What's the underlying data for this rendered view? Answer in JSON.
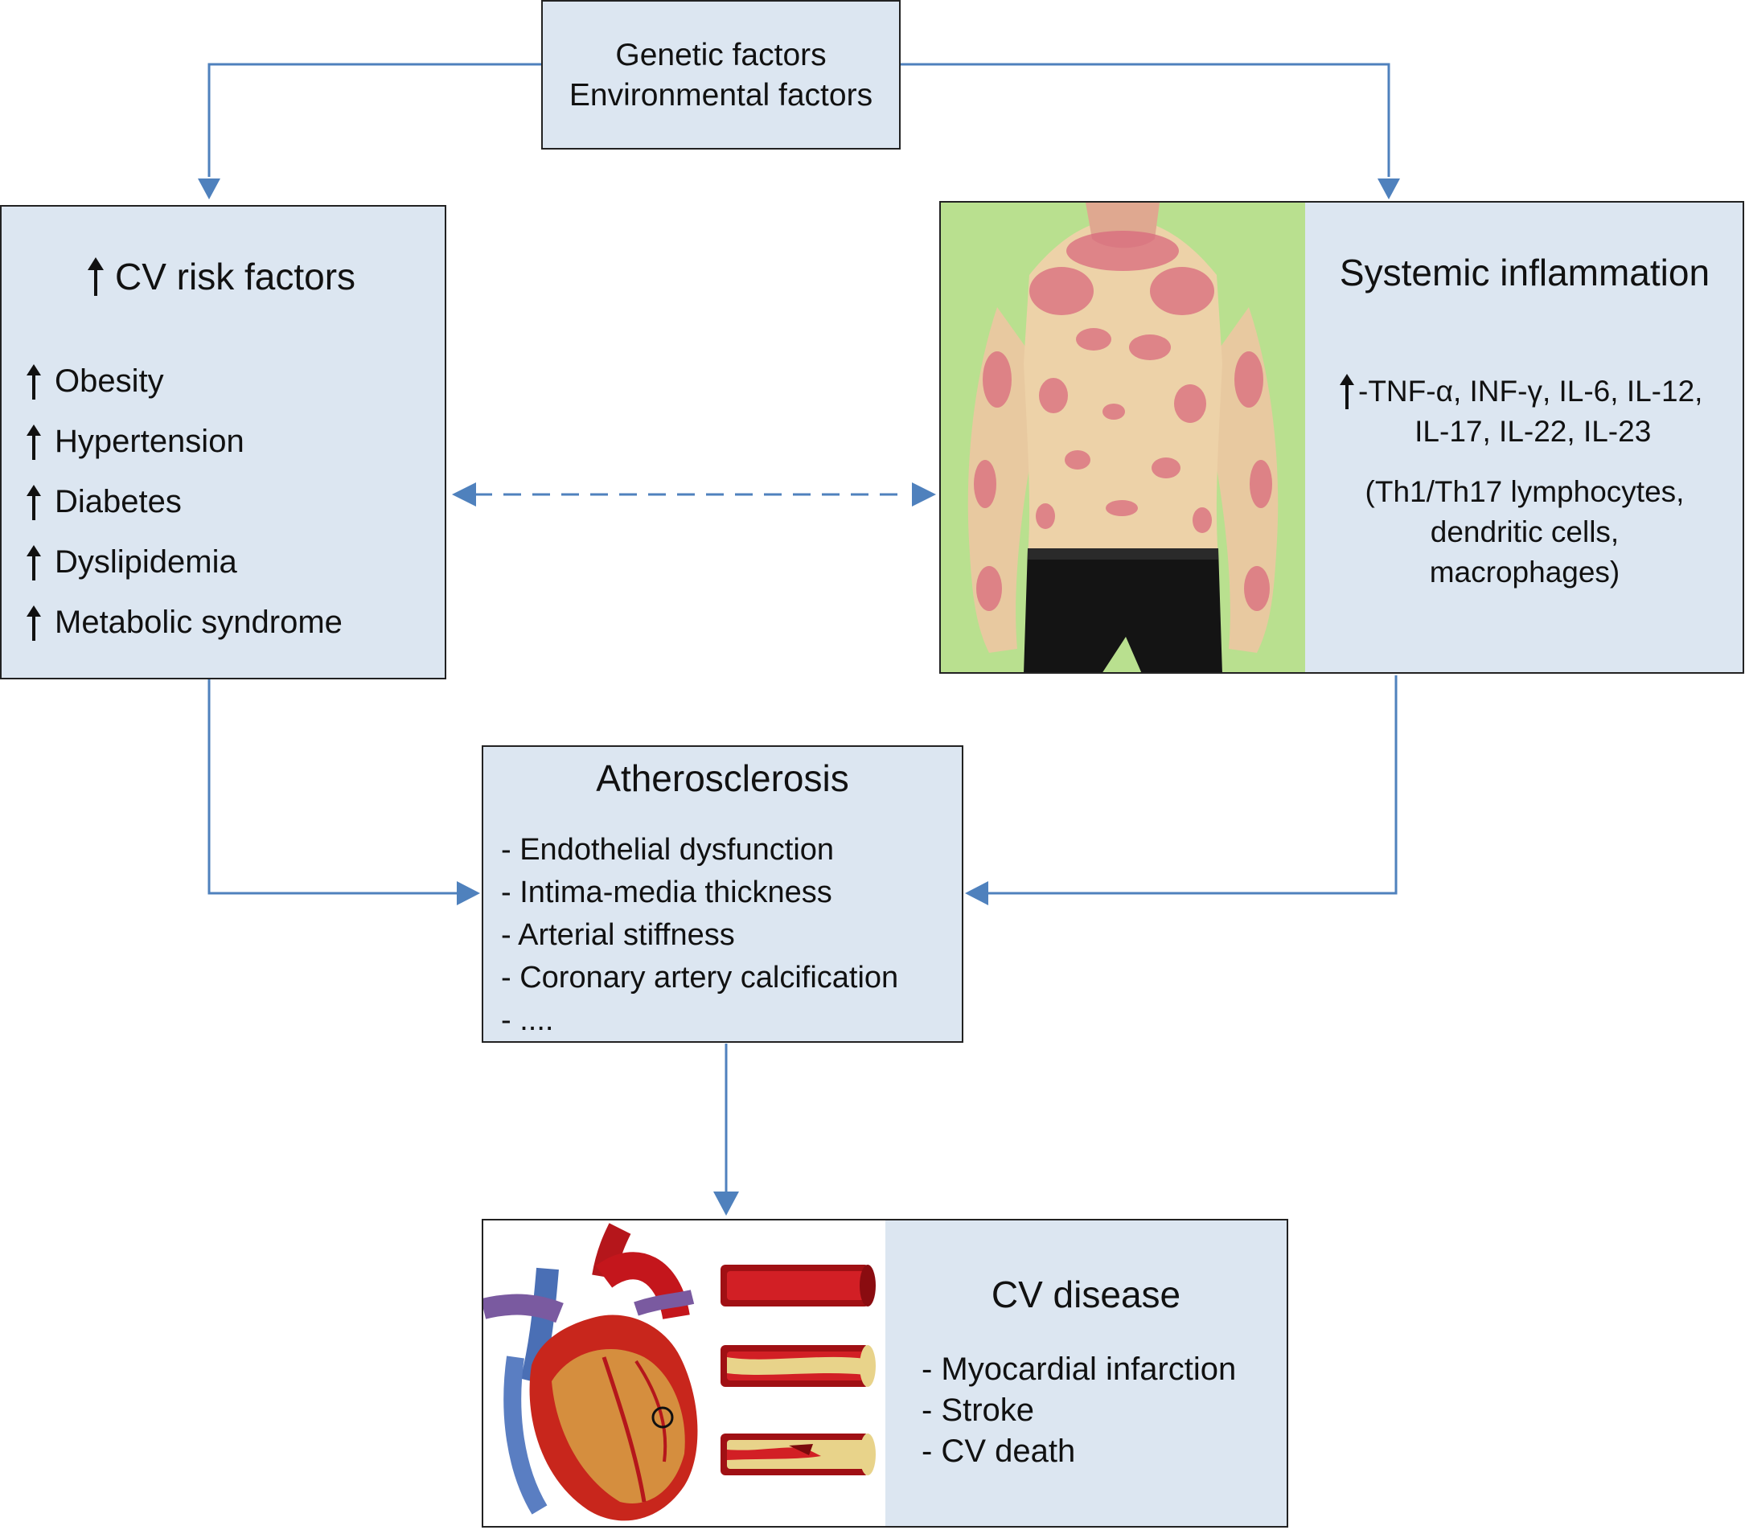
{
  "top_box": {
    "line1": "Genetic factors",
    "line2": "Environmental factors"
  },
  "risk_box": {
    "title": "CV risk factors",
    "items": [
      "Obesity",
      "Hypertension",
      "Diabetes",
      "Dyslipidemia",
      "Metabolic syndrome"
    ]
  },
  "inflammation_box": {
    "title": "Systemic inflammation",
    "cytokines_line1": "-TNF-α, INF-γ, IL-6, IL-12,",
    "cytokines_line2": "IL-17, IL-22, IL-23",
    "cells_line1": "(Th1/Th17 lymphocytes,",
    "cells_line2": "dendritic cells,",
    "cells_line3": "macrophages)"
  },
  "atherosclerosis_box": {
    "title": "Atherosclerosis",
    "items": [
      "- Endothelial dysfunction",
      "- Intima-media thickness",
      "- Arterial stiffness",
      "- Coronary artery calcification",
      "- ...."
    ]
  },
  "cvd_box": {
    "title": "CV disease",
    "items": [
      "- Myocardial infarction",
      "- Stroke",
      "- CV death"
    ]
  },
  "colors": {
    "box_fill": "#dce6f1",
    "arrow": "#4f81bd"
  }
}
